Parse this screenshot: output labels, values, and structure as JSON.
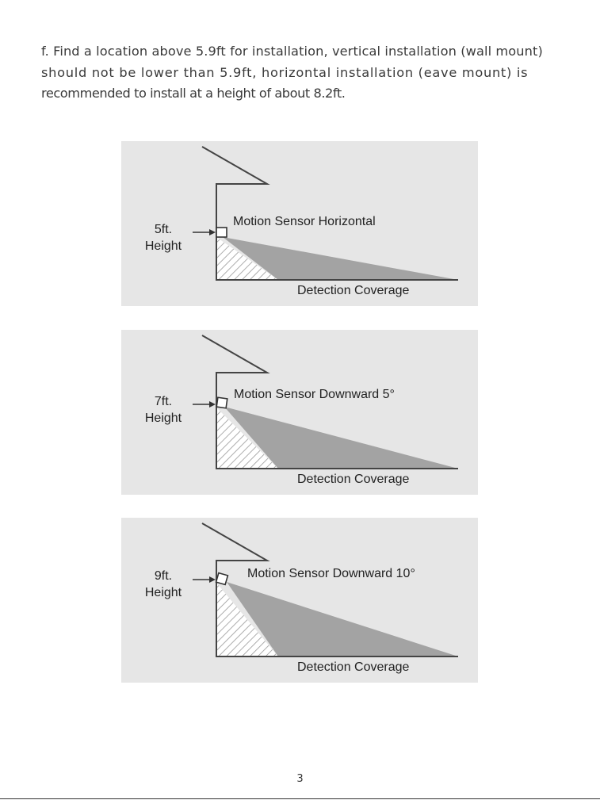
{
  "instruction": {
    "lines": [
      "f. Find a location above 5.9ft for installation, vertical installation (wall mount)",
      "should not be lower than 5.9ft, horizontal installation (eave mount) is",
      "recommended to install at a height of about 8.2ft."
    ]
  },
  "diagrams": [
    {
      "height_value": "5ft.",
      "height_label": "Height",
      "sensor_label": "Motion Sensor Horizontal",
      "coverage_label": "Detection Coverage"
    },
    {
      "height_value": "7ft.",
      "height_label": "Height",
      "sensor_label": "Motion Sensor Downward 5°",
      "coverage_label": "Detection Coverage"
    },
    {
      "height_value": "9ft.",
      "height_label": "Height",
      "sensor_label": "Motion Sensor Downward 10°",
      "coverage_label": "Detection Coverage"
    }
  ],
  "page_number": "3",
  "colors": {
    "panel_bg": "#e6e6e6",
    "coverage_fill": "#a3a3a3",
    "line": "#444444"
  }
}
